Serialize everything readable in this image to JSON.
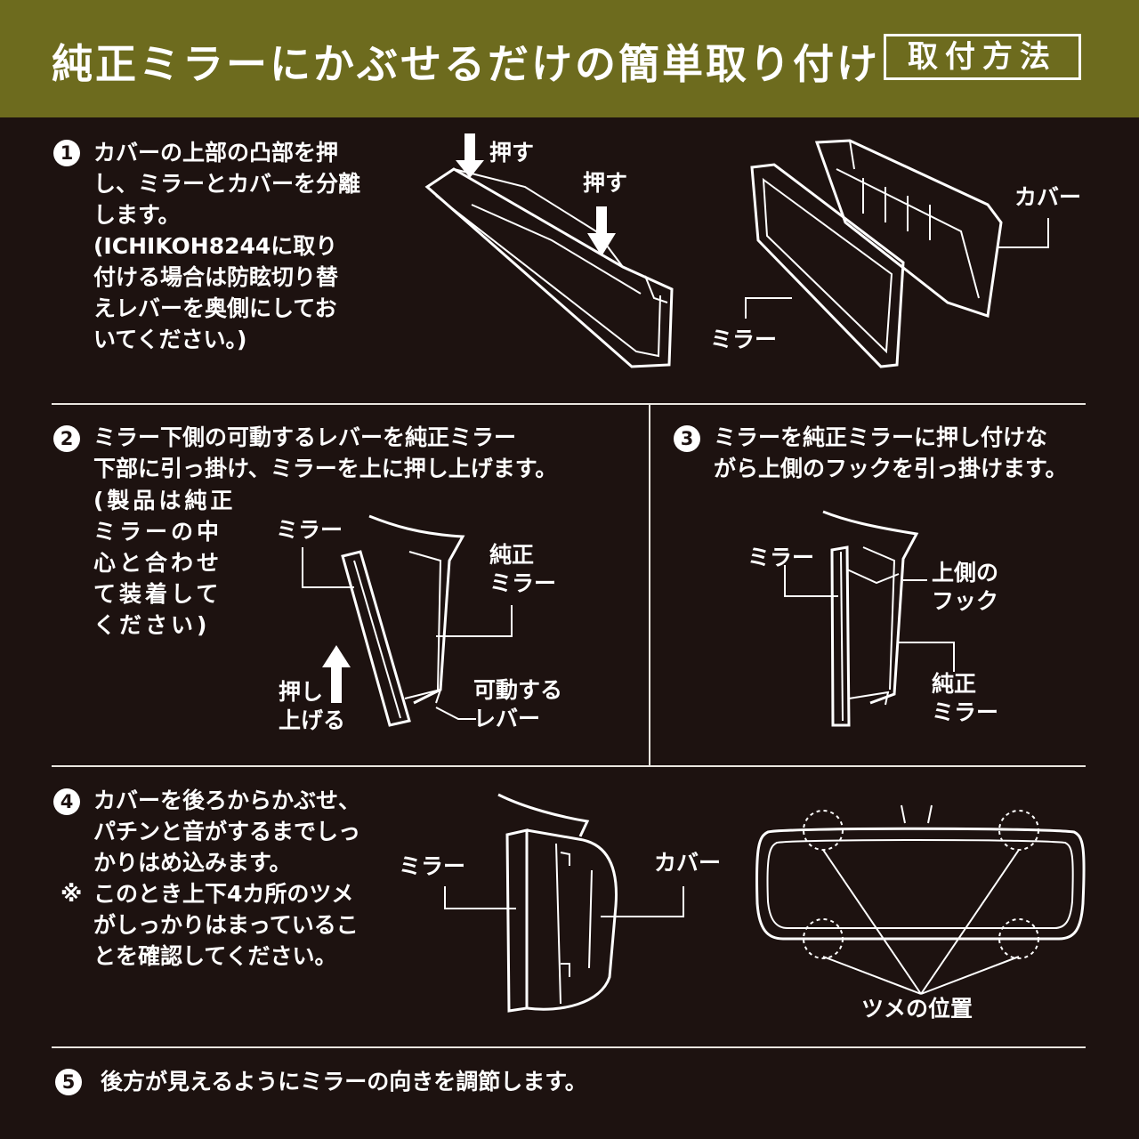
{
  "header": {
    "title": "純正ミラーにかぶせるだけの簡単取り付け",
    "badge": "取付方法"
  },
  "steps": [
    {
      "number": "1",
      "lines": [
        "カバーの上部の凸部を押",
        "し、ミラーとカバーを分離",
        "します。",
        "(ICHIKOH8244に取り",
        " 付ける場合は防眩切り替",
        " えレバーを奥側にしてお",
        " いてください。)"
      ],
      "labels": {
        "push1": "押す",
        "push2": "押す",
        "cover": "カバー",
        "mirror": "ミラー"
      }
    },
    {
      "number": "2",
      "lines": [
        "ミラー下側の可動するレバーを純正ミラー",
        "下部に引っ掛け、ミラーを上に押し上げます。"
      ],
      "note_lines": [
        "(製品は純正",
        "ミラーの中",
        "心と合わせ",
        "て装着して",
        "ください)"
      ],
      "labels": {
        "mirror": "ミラー",
        "oem_mirror_1": "純正",
        "oem_mirror_2": "ミラー",
        "push_up_1": "押し",
        "push_up_2": "上げる",
        "lever_1": "可動する",
        "lever_2": "レバー"
      }
    },
    {
      "number": "3",
      "lines": [
        "ミラーを純正ミラーに押し付けな",
        "がら上側のフックを引っ掛けます。"
      ],
      "labels": {
        "mirror": "ミラー",
        "hook_1": "上側の",
        "hook_2": "フック",
        "oem_mirror_1": "純正",
        "oem_mirror_2": "ミラー"
      }
    },
    {
      "number": "4",
      "lines": [
        "カバーを後ろからかぶせ、",
        "パチンと音がするまでしっ",
        "かりはめ込みます。"
      ],
      "note_mark": "※",
      "note_lines": [
        "このとき上下4カ所のツメ",
        "がしっかりはまっているこ",
        "とを確認してください。"
      ],
      "labels": {
        "mirror": "ミラー",
        "cover": "カバー",
        "claw": "ツメの位置"
      }
    },
    {
      "number": "5",
      "lines": [
        "後方が見えるようにミラーの向きを調節します。"
      ]
    }
  ],
  "colors": {
    "header_bg": "#6d6b1e",
    "page_bg": "#1d1210",
    "text": "#ffffff"
  }
}
